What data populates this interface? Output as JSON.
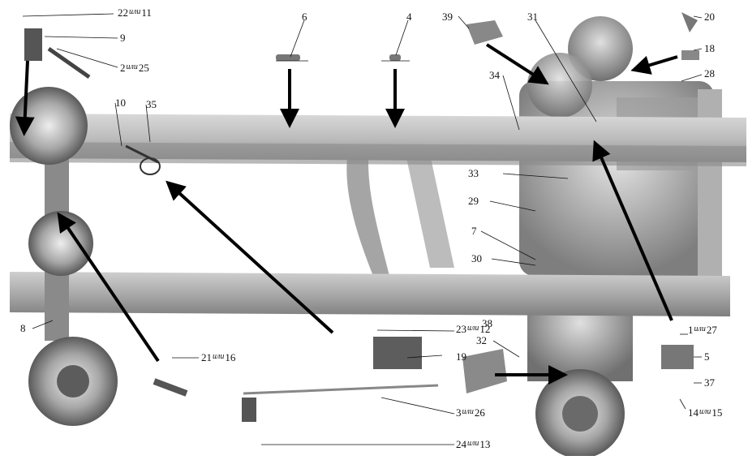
{
  "callouts": {
    "c22": {
      "a": "22",
      "sep": "или",
      "b": "11"
    },
    "c9": "9",
    "c2": {
      "a": "2",
      "sep": "или",
      "b": "25"
    },
    "c6": "6",
    "c4": "4",
    "c39": "39",
    "c31": "31",
    "c20": "20",
    "c18": "18",
    "c28": "28",
    "c34": "34",
    "c10": "10",
    "c35": "35",
    "c33": "33",
    "c29": "29",
    "c7": "7",
    "c30": "30",
    "c8": "8",
    "c23": {
      "a": "23",
      "sep": "или",
      "b": "12"
    },
    "c38": "38",
    "c32": "32",
    "c19": "19",
    "c1": {
      "a": "1",
      "sep": "или",
      "b": "27"
    },
    "c5": "5",
    "c21": {
      "a": "21",
      "sep": "или",
      "b": "16"
    },
    "c37": "37",
    "c3": {
      "a": "3",
      "sep": "или",
      "b": "26"
    },
    "c14": {
      "a": "14",
      "sep": "или",
      "b": "15"
    },
    "c24": {
      "a": "24",
      "sep": "или",
      "b": "13"
    }
  }
}
